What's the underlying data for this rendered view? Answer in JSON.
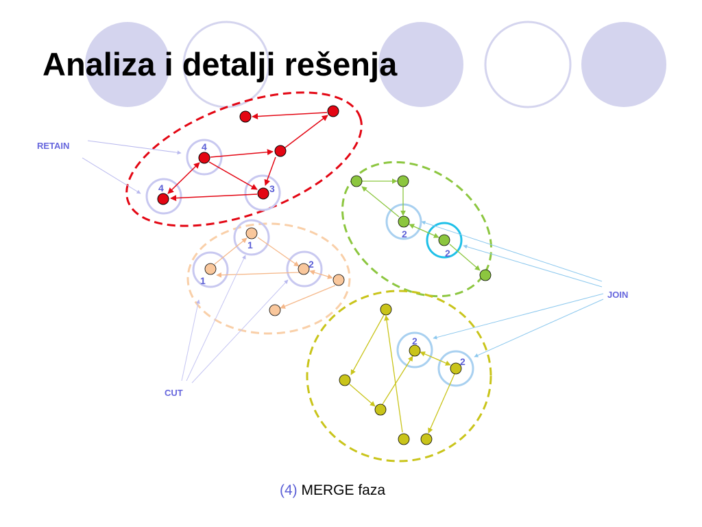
{
  "title": "Analiza i detalji rešenja",
  "caption": {
    "number": "(4)",
    "text": "MERGE faza"
  },
  "labels": {
    "retain": "RETAIN",
    "cut": "CUT",
    "join": "JOIN"
  },
  "weights": {
    "red_top": "4",
    "red_left": "4",
    "red_right": "3",
    "peach_top": "1",
    "peach_left": "1",
    "peach_right": "2",
    "green_a": "2",
    "green_b": "2",
    "olive_a": "2",
    "olive_b": "2"
  },
  "colors": {
    "deco_circle": "#d4d4ee",
    "red": "#e30613",
    "peach": "#f5c6a0",
    "green": "#8cc63f",
    "olive": "#c9c41a",
    "label": "#6666dd",
    "weight_circle": "#c8c8f0",
    "join_circle": "#a8d0f0",
    "join_highlight": "#1ec0e8"
  }
}
